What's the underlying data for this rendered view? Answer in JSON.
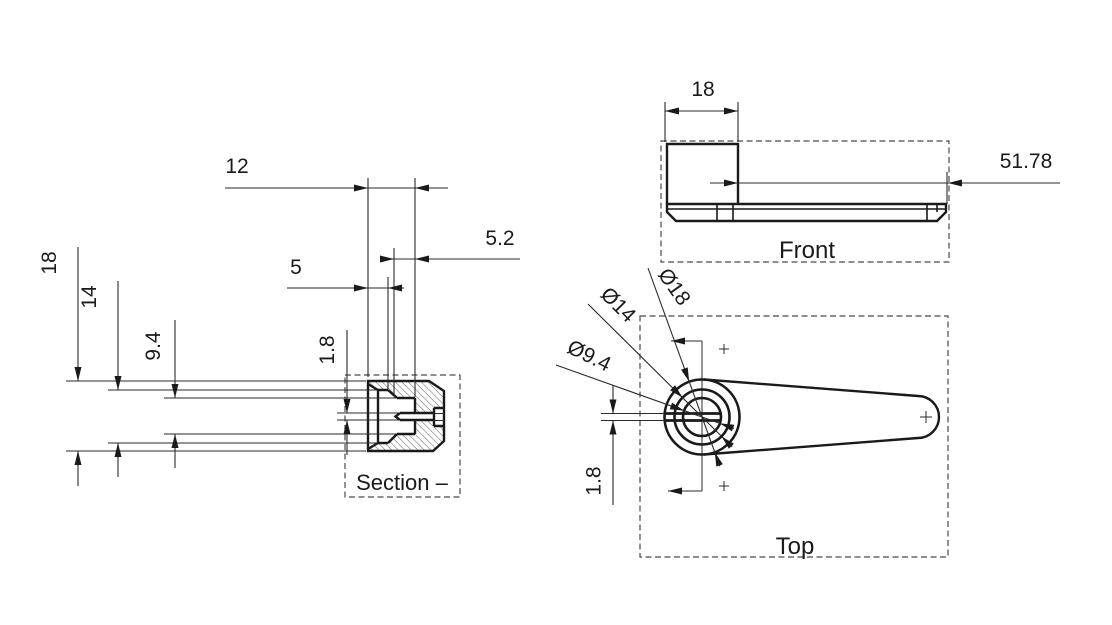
{
  "page": {
    "background": "#ffffff",
    "ink_color": "#1a1a1a",
    "dashed_box_color": "#4a4a4a"
  },
  "views": {
    "section": {
      "label": "Section –"
    },
    "front": {
      "label": "Front"
    },
    "top": {
      "label": "Top"
    }
  },
  "dimensions": {
    "section": {
      "height": "18",
      "counterbore_height": "14",
      "bore_height": "9.4",
      "slot_width": "1.8",
      "depth": "12",
      "counterbore_depth": "5",
      "step_depth": "5.2"
    },
    "front": {
      "hub_width": "18",
      "length": "51.78"
    },
    "top": {
      "outer_diameter": "Ø18",
      "counterbore_diameter": "Ø14",
      "bore_diameter": "Ø9.4",
      "slot_width": "1.8"
    }
  }
}
